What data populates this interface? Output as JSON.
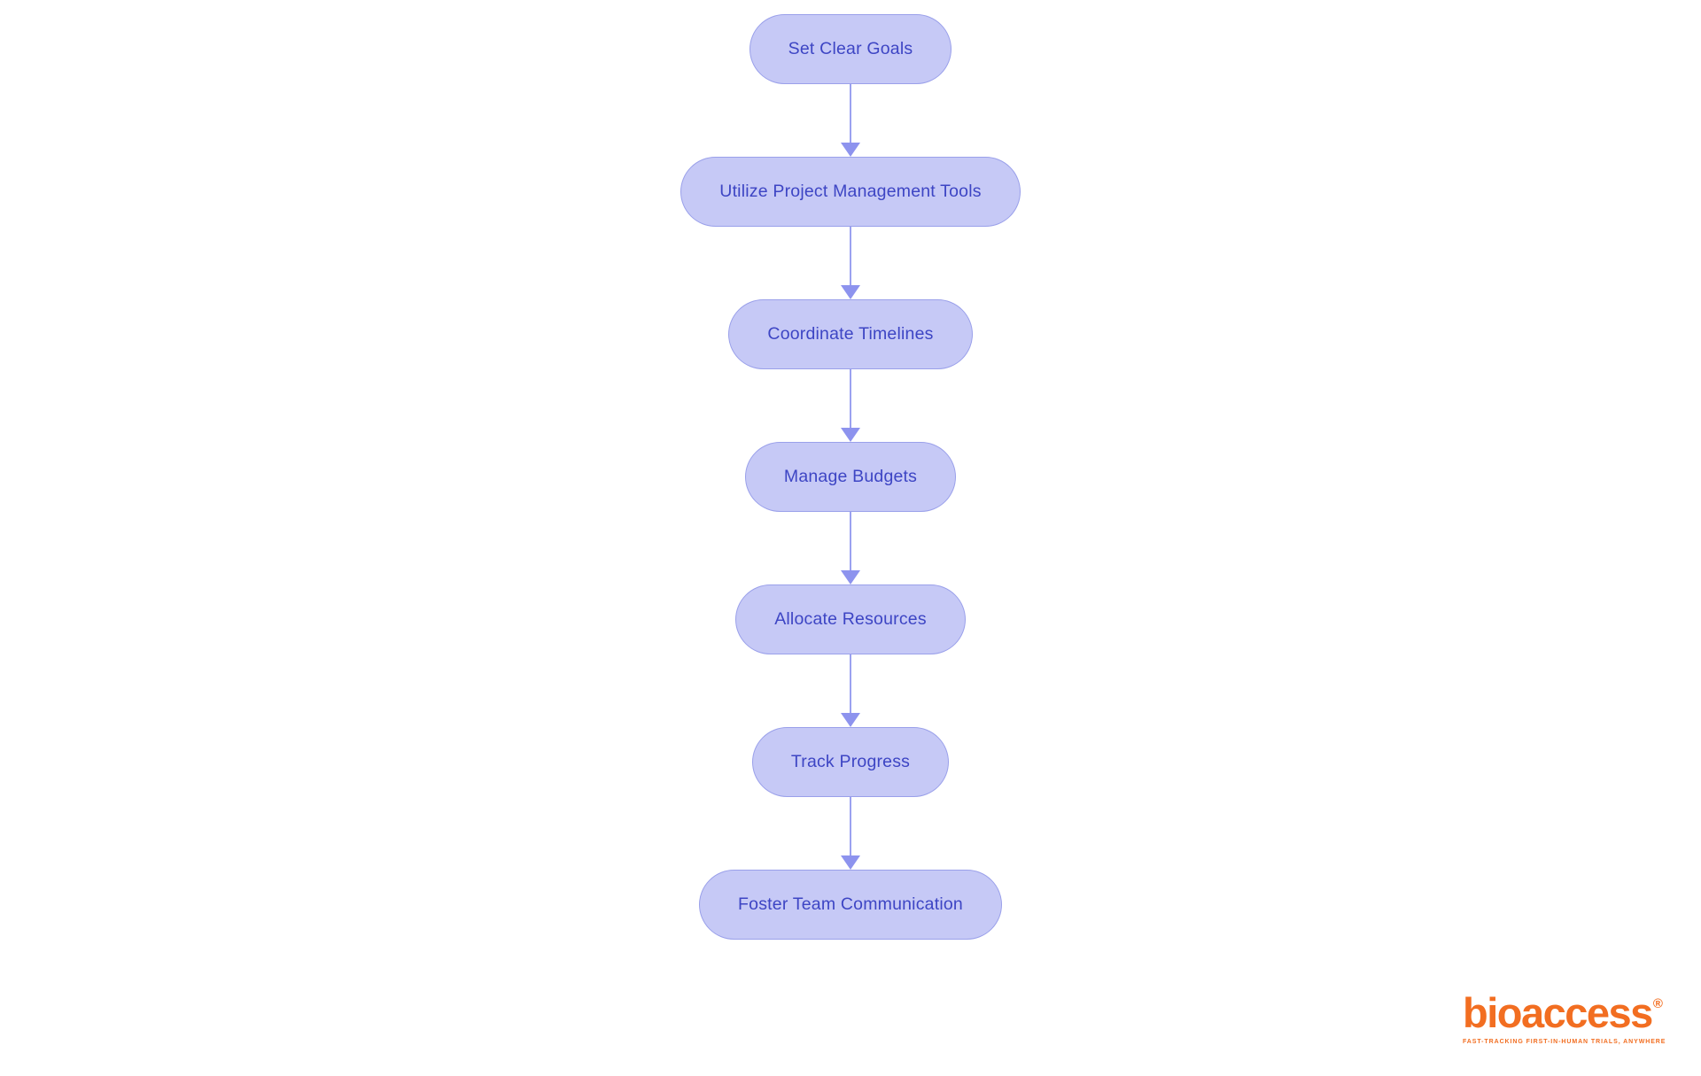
{
  "diagram": {
    "type": "flowchart",
    "flow_direction": "top-down",
    "nodes": [
      {
        "label": "Set Clear Goals"
      },
      {
        "label": "Utilize Project Management Tools"
      },
      {
        "label": "Coordinate Timelines"
      },
      {
        "label": "Manage Budgets"
      },
      {
        "label": "Allocate Resources"
      },
      {
        "label": "Track Progress"
      },
      {
        "label": "Foster Team Communication"
      }
    ],
    "colors": {
      "node_fill": "#c6c9f6",
      "node_border": "#9aa0ea",
      "node_text": "#3d45c4",
      "connector_line": "#9ba1f0",
      "arrowhead": "#8d93ee",
      "background": "#ffffff"
    }
  },
  "branding": {
    "logo_text": "bioaccess",
    "registered_mark": "®",
    "tagline": "FAST-TRACKING FIRST-IN-HUMAN TRIALS, ANYWHERE",
    "logo_color": "#f26e21"
  }
}
